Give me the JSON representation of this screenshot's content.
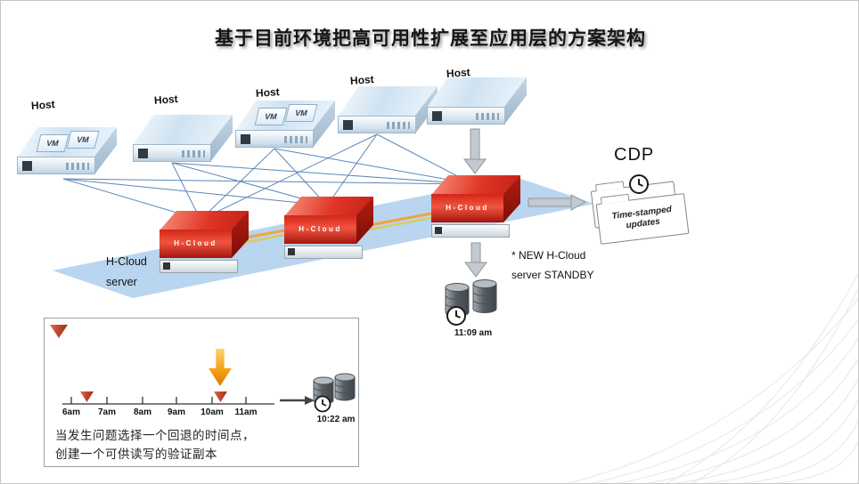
{
  "title": "基于目前环境把高可用性扩展至应用层的方案架构",
  "hosts": [
    {
      "label": "Host",
      "vm1": "VM",
      "vm2": "VM"
    },
    {
      "label": "Host"
    },
    {
      "label": "Host",
      "vm1": "VM",
      "vm2": "VM"
    },
    {
      "label": "Host"
    },
    {
      "label": "Host"
    }
  ],
  "servers": [
    {
      "label": "H-Cloud"
    },
    {
      "label": "H-Cloud"
    },
    {
      "label": "H-Cloud"
    }
  ],
  "annotations": {
    "left_server_label_line1": "H-Cloud",
    "left_server_label_line2": "server",
    "cdp": "CDP",
    "folder_text_line1": "Time-stamped",
    "folder_text_line2": "updates",
    "standby_line1": "* NEW H-Cloud",
    "standby_line2": "server STANDBY",
    "main_disk_time": "11:09 am"
  },
  "timeline": {
    "ticks": [
      "6am",
      "7am",
      "8am",
      "9am",
      "10am",
      "11am"
    ],
    "disk_time": "10:22 am",
    "caption_line1": "当发生问题选择一个回退的时间点，",
    "caption_line2": "创建一个可供读写的验证副本"
  },
  "colors": {
    "platform_blue": "#b9d5ef",
    "server_red": "#d3281c",
    "accent_orange": "#f39c12",
    "connection_blue": "#5b87b8",
    "arrow_gray": "#c3c9cf"
  }
}
